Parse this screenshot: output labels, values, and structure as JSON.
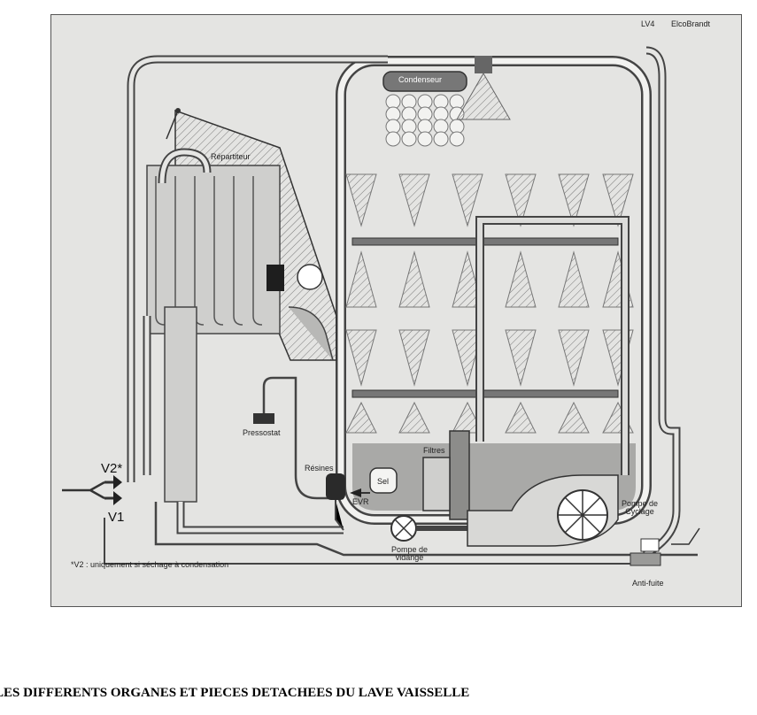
{
  "diagram": {
    "header_model": "LV4",
    "header_brand": "ElcoBrandt",
    "labels": {
      "condenseur": "Condenseur",
      "repartiteur": "Répartiteur",
      "pressostat": "Pressostat",
      "resines": "Résines",
      "filtres": "Filtres",
      "sel": "Sel",
      "evr": "EVR",
      "pompe_vidange": "Pompe de\nvidange",
      "pompe_cyclage": "Pompe de\nCyclage",
      "anti_fuite": "Anti-fuite",
      "v1": "V1",
      "v2": "V2*"
    },
    "footnote": "*V2 : uniquement si séchage à condensation"
  },
  "caption": "LES DIFFERENTS ORGANES ET PIECES DETACHEES DU LAVE VAISSELLE",
  "colors": {
    "background": "#e4e4e2",
    "pipe_fill": "#d2d2d0",
    "pipe_stroke": "#444444",
    "water": "#a9a9a7",
    "dark": "#2a2a2a"
  }
}
